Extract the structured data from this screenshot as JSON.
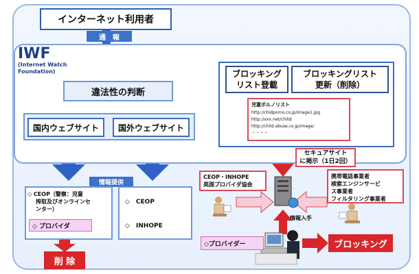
{
  "top": {
    "internet_user": "インターネット利用者",
    "report": "通　報"
  },
  "iwf": {
    "title": "IWF",
    "subtitle_line1": "(Internet Watch",
    "subtitle_line2": "Foundation)"
  },
  "legal_judgment": "違法性の判断",
  "sites": {
    "domestic": "国内ウェブサイト",
    "foreign": "国外ウェブサイト"
  },
  "blocking_list": {
    "register_line1": "ブロッキング",
    "register_line2": "リスト登載",
    "update_line1": "ブロッキングリスト",
    "update_line2": "更新（削除）",
    "list_title": "児童ポルノリスト",
    "urls": [
      "http://chidporno.co.jp/image1.jpg",
      "http://xxx.net/child/",
      "http://child.abuse.co.jp/image/",
      "・・・・"
    ]
  },
  "secure_site": {
    "line1": "セキュアサイト",
    "line2": "に掲示（1日2回）"
  },
  "info_provision": "情報提供",
  "ceop_box": {
    "line1": "◇ CEOP（警察：児童",
    "line2": "搾取及びオンラインセ",
    "line3": "ンター）",
    "provider": "◇ プロバイダ"
  },
  "ceop_inhope": {
    "ceop": "◇　CEOP",
    "inhope": "◇　INHOPE"
  },
  "delete": "削 除",
  "ceop_uk": {
    "line1": "CEOP・INHOPE",
    "line2": "英国プロバイダ協会"
  },
  "mobile_carriers": {
    "line1": "携帯電話事業者",
    "line2": "検索エンジンサービ",
    "line3": "ス事業者",
    "line4": "フィルタリング事業者"
  },
  "info_in": "情報入手",
  "provider_bottom": "◇プロバイダー",
  "blocking": "ブロッキング",
  "colors": {
    "arrow_blue": "#2f62c4",
    "arrow_red": "#d8262a",
    "accent_pink": "#f6d3f4"
  },
  "icons": [
    "computer-person-icon",
    "server-icon",
    "globe-icon",
    "person-reading-icon",
    "operator-at-computer-icon"
  ]
}
